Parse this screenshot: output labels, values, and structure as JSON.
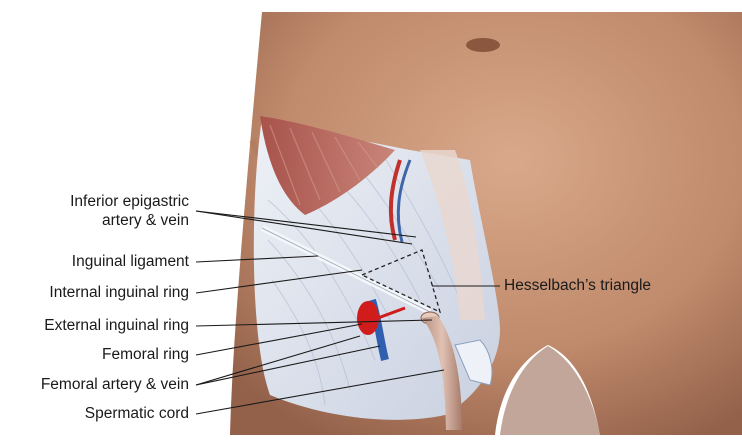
{
  "labels": {
    "inferior_epigastric_1": "Inferior epigastric",
    "inferior_epigastric_2": "artery & vein",
    "inguinal_ligament": "Inguinal ligament",
    "internal_inguinal_ring": "Internal inguinal ring",
    "external_inguinal_ring": "External inguinal ring",
    "femoral_ring": "Femoral ring",
    "femoral_artery_vein": "Femoral artery & vein",
    "spermatic_cord": "Spermatic cord",
    "hesselbach_triangle": "Hesselbach’s triangle"
  },
  "colors": {
    "skin": "#c99577",
    "skin_shadow": "#9c6a4f",
    "fascia": "#dfe4ee",
    "muscle": "#b45f55",
    "artery": "#d11c1c",
    "vein": "#2f5fae",
    "leader": "#1a1a1a"
  }
}
